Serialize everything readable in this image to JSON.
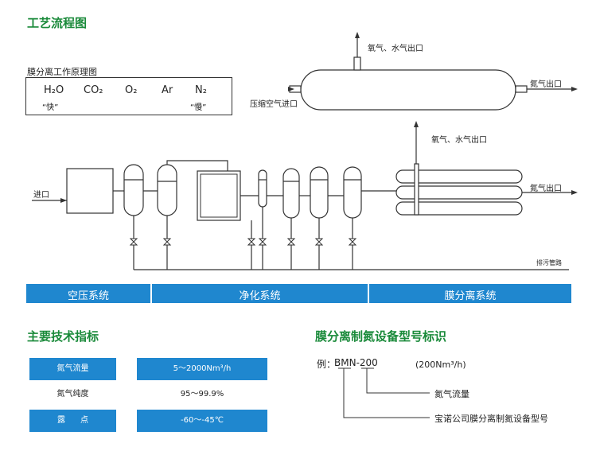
{
  "titles": {
    "process_flow": "工艺流程图",
    "specs": "主要技术指标",
    "model": "膜分离制氮设备型号标识"
  },
  "legend": {
    "caption": "膜分离工作原理图",
    "gases": [
      "H₂O",
      "CO₂",
      "O₂",
      "Ar",
      "N₂"
    ],
    "fast": "“快”",
    "slow": "“慢”"
  },
  "membrane_diagram": {
    "top_out": "氧气、水气出口",
    "air_in": "压缩空气进口",
    "n2_out": "氮气出口"
  },
  "flow": {
    "inlet": "进口",
    "top_out": "氧气、水气出口",
    "n2_out": "氮气出口",
    "drain": "排污管路"
  },
  "sections": [
    "空压系统",
    "净化系统",
    "膜分离系统"
  ],
  "specs": {
    "rows": [
      {
        "name": "氮气流量",
        "value": "5～2000Nm³/h"
      },
      {
        "name": "氮气纯度",
        "value": "95～99.9%"
      },
      {
        "name": "露      点",
        "value": "-60～-45℃"
      }
    ]
  },
  "model": {
    "example_prefix": "例：",
    "code": "BMN-200",
    "unit": "(200Nm³/h)",
    "flow_desc": "氮气流量",
    "brand_desc": "宝诺公司膜分离制氮设备型号"
  },
  "colors": {
    "title_green": "#1a8a3a",
    "band_blue": "#1f87cf"
  }
}
